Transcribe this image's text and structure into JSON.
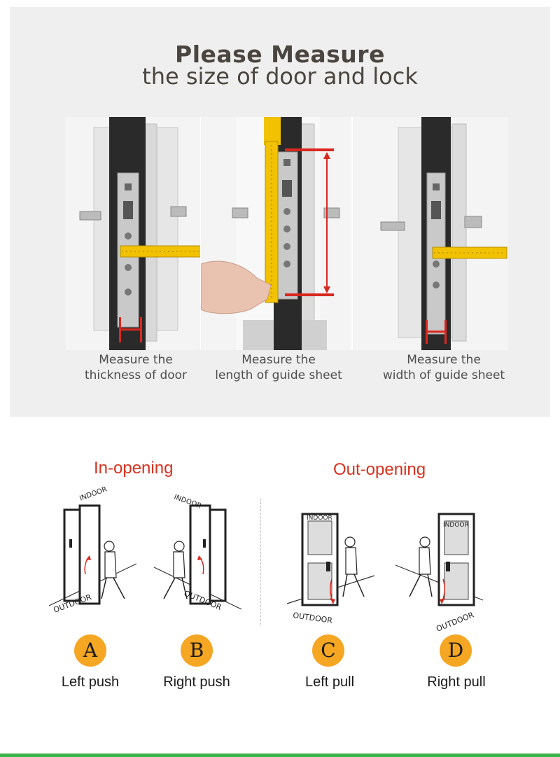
{
  "header": {
    "title": "Please Measure",
    "subtitle": "the size of door and lock"
  },
  "measurements": [
    {
      "line1": "Measure the",
      "line2": "thickness of door"
    },
    {
      "line1": "Measure the",
      "line2": "length of guide sheet"
    },
    {
      "line1": "Measure the",
      "line2": "width of guide sheet"
    }
  ],
  "opening": {
    "in_title": "In-opening",
    "out_title": "Out-opening",
    "indoor_label": "INDOOR",
    "outdoor_label": "OUTDOOR",
    "options": [
      {
        "letter": "A",
        "label": "Left push"
      },
      {
        "letter": "B",
        "label": "Right push"
      },
      {
        "letter": "C",
        "label": "Left pull"
      },
      {
        "letter": "D",
        "label": "Right pull"
      }
    ]
  },
  "colors": {
    "badge": "#f5a623",
    "title_red": "#d8321f",
    "tape_yellow": "#f2c200",
    "measure_red": "#d9281f",
    "bottom_bar": "#3bb54a"
  }
}
